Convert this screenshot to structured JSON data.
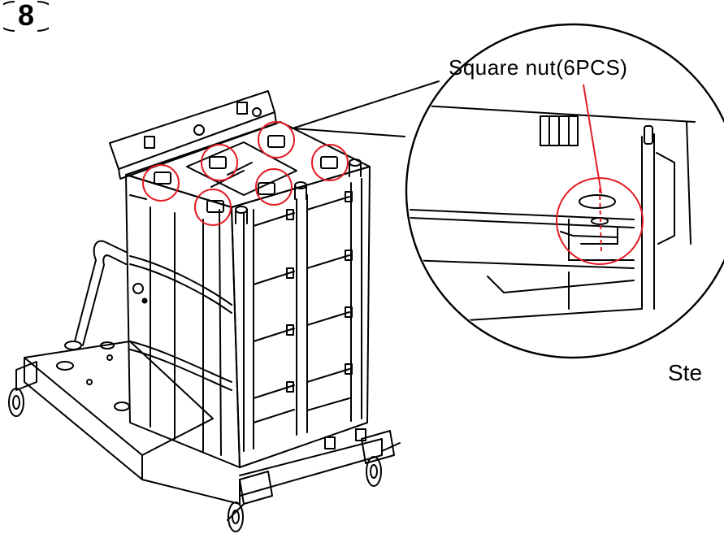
{
  "step": {
    "number": "8"
  },
  "callout": {
    "label": "Square nut(6PCS)"
  },
  "side_text": "Ste",
  "colors": {
    "line": "#000000",
    "highlight": "#e31b23"
  },
  "icons": [
    "step-number-circle-icon",
    "magnifier-callout-icon"
  ]
}
